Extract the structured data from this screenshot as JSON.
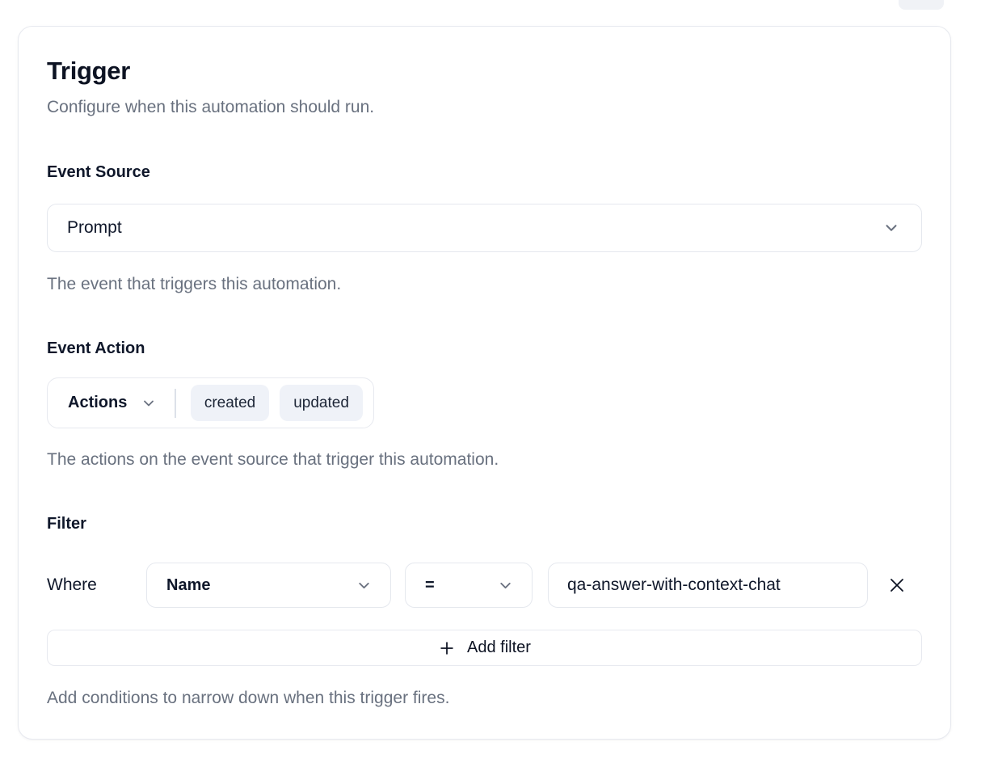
{
  "page": {
    "title": "Trigger",
    "subtitle": "Configure when this automation should run."
  },
  "event_source": {
    "label": "Event Source",
    "value": "Prompt",
    "help": "The event that triggers this automation."
  },
  "event_action": {
    "label": "Event Action",
    "dropdown_label": "Actions",
    "selected_actions": [
      "created",
      "updated"
    ],
    "help": "The actions on the event source that trigger this automation."
  },
  "filter": {
    "label": "Filter",
    "where_label": "Where",
    "field_value": "Name",
    "operator_value": "=",
    "input_value": "qa-answer-with-context-chat",
    "add_button_label": "Add filter",
    "help": "Add conditions to narrow down when this trigger fires."
  },
  "colors": {
    "card_border": "#e7e9ef",
    "input_border": "#e5e8ee",
    "chip_background": "#eff2f8",
    "text_primary": "#0f172a",
    "text_muted": "#69717f",
    "chevron": "#6b7280"
  }
}
